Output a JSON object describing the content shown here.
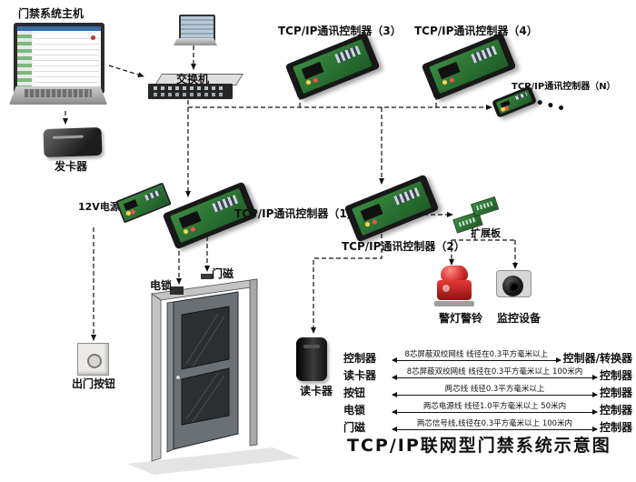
{
  "diagram_title": "TCP/IP联网型门禁系统示意图",
  "nodes": {
    "host": "门禁系统主机",
    "switch": "交换机",
    "controller1": "TCP/IP通讯控制器（1）",
    "controller2": "TCP/IP通讯控制器（2）",
    "controller3": "TCP/IP通讯控制器（3）",
    "controller4": "TCP/IP通讯控制器（4）",
    "controllerN": "TCP/IP通讯控制器（N）",
    "card_issuer": "发卡器",
    "power_supply": "12V电源",
    "expansion_board": "扩展板",
    "alarm": "警灯警铃",
    "camera": "监控设备",
    "electric_lock": "电锁",
    "door_sensor": "门磁",
    "exit_button": "出门按钮",
    "card_reader": "读卡器"
  },
  "wiring_table": {
    "rows": [
      {
        "from": "控制器",
        "spec": "8芯屏蔽双绞网线  线径在0.3平方毫米以上",
        "to": "控制器/转换器"
      },
      {
        "from": "读卡器",
        "spec": "8芯屏蔽双绞网线 线径在0.3平方毫米以上  100米内",
        "to": "控制器"
      },
      {
        "from": "按钮",
        "spec": "两芯线  线径0.3平方毫米以上",
        "to": "控制器"
      },
      {
        "from": "电锁",
        "spec": "两芯电源线  线径1.0平方毫米以上  50米内",
        "to": "控制器"
      },
      {
        "from": "门磁",
        "spec": "两芯信号线,线径在0.3平方毫米以上  100米内",
        "to": "控制器"
      }
    ]
  },
  "colors": {
    "pcb_green": "#2e7d36",
    "alarm_red": "#d32f2f",
    "line_black": "#111111"
  }
}
